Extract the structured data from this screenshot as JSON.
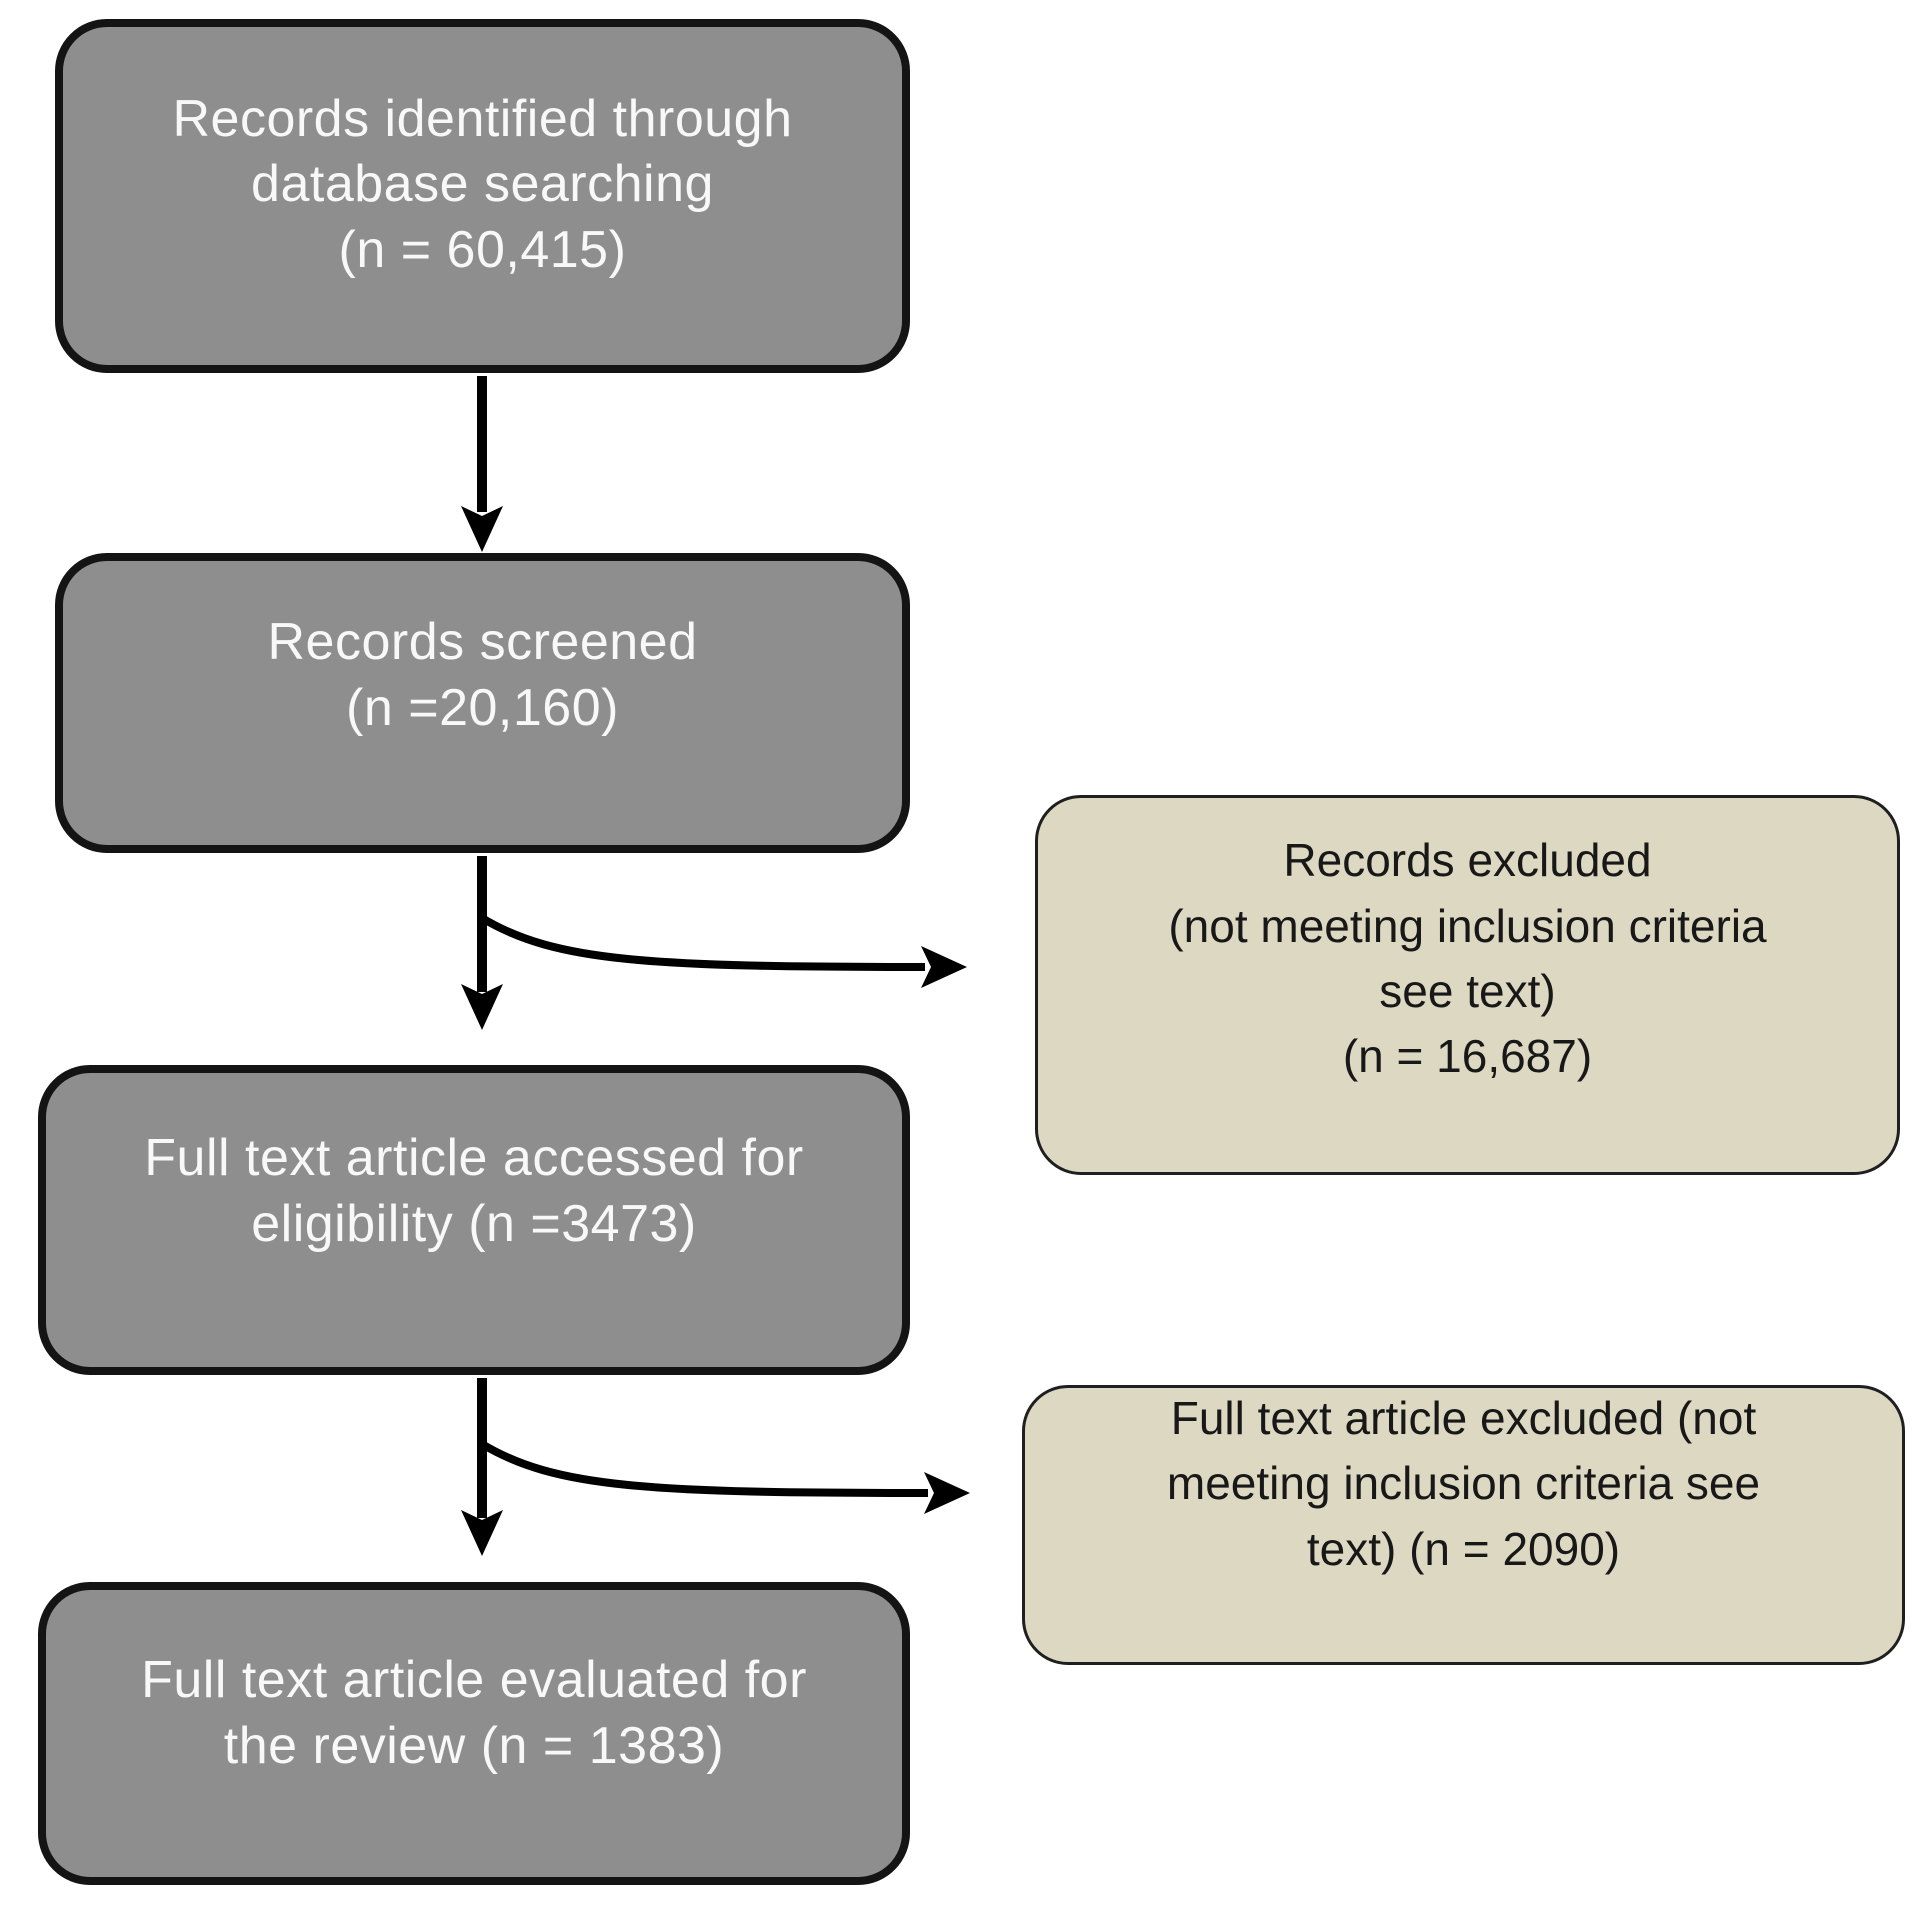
{
  "diagram": {
    "type": "prisma-flowchart",
    "nodes": {
      "identified": {
        "text": "Records identified through\ndatabase searching\n(n = 60,415)",
        "n": "60,415"
      },
      "screened": {
        "text": "Records screened\n(n =20,160)",
        "n": "20,160"
      },
      "accessed": {
        "text": "Full text article accessed for\neligibility (n =3473)",
        "n": "3473"
      },
      "evaluated": {
        "text": "Full text article evaluated for\nthe review (n = 1383)",
        "n": "1383"
      },
      "records_excluded": {
        "text": "Records excluded\n(not meeting inclusion criteria\nsee text)\n(n = 16,687)",
        "n": "16,687"
      },
      "fulltext_excluded": {
        "text": "Full text article excluded (not\nmeeting inclusion criteria see\ntext) (n = 2090)",
        "n": "2090"
      }
    },
    "colors": {
      "background": "#ffffff",
      "process_fill": "#8e8e8e",
      "process_border": "#141414",
      "process_text": "#f8f8f8",
      "exclusion_fill": "#dcd8c2",
      "exclusion_border": "#1f1f1f",
      "exclusion_text": "#181818",
      "arrow": "#000000"
    }
  }
}
